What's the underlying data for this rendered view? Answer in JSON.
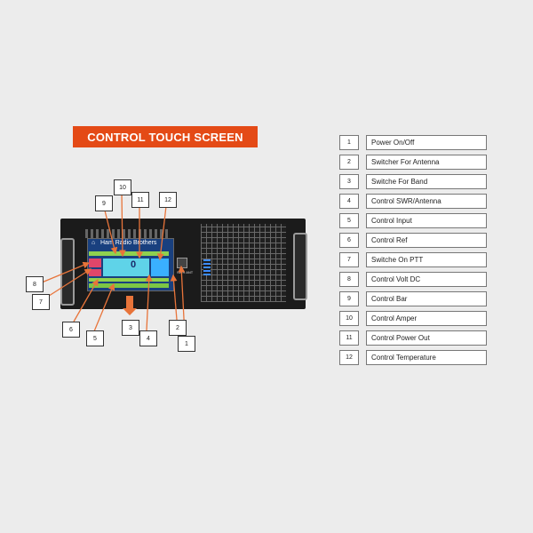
{
  "title": "CONTROL TOUCH SCREEN",
  "screen": {
    "title": "Ham Radio Brothers",
    "logo_icon": "home-icon",
    "display_digit": "0"
  },
  "device": {
    "port_label": "SWR ANT"
  },
  "callouts": [
    "1",
    "2",
    "3",
    "4",
    "5",
    "6",
    "7",
    "8",
    "9",
    "10",
    "11",
    "12"
  ],
  "legend": [
    {
      "num": "1",
      "label": "Power On/Off"
    },
    {
      "num": "2",
      "label": "Switcher For Antenna"
    },
    {
      "num": "3",
      "label": "Switche For Band"
    },
    {
      "num": "4",
      "label": "Control SWR/Antenna"
    },
    {
      "num": "5",
      "label": "Control Input"
    },
    {
      "num": "6",
      "label": "Control Ref"
    },
    {
      "num": "7",
      "label": "Switche On PTT"
    },
    {
      "num": "8",
      "label": "Control Volt DC"
    },
    {
      "num": "9",
      "label": "Control Bar"
    },
    {
      "num": "10",
      "label": "Control Amper"
    },
    {
      "num": "11",
      "label": "Control Power Out"
    },
    {
      "num": "12",
      "label": "Control Temperature"
    }
  ],
  "colors": {
    "banner": "#e44a16",
    "arrow": "#e8743a",
    "screen_bg": "#19407f",
    "screen_green": "#8fd14f",
    "screen_cyan": "#5fd3e8",
    "screen_red": "#e0466a"
  }
}
